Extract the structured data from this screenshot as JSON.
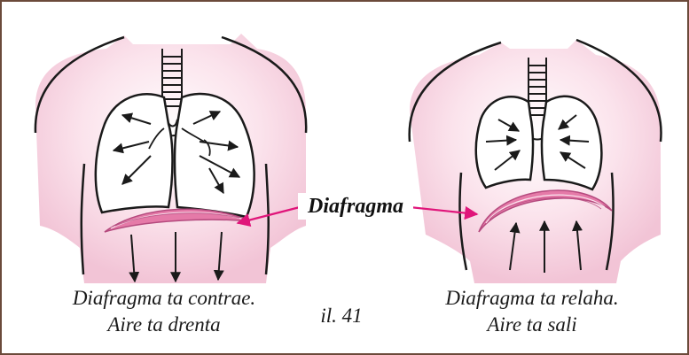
{
  "labels": {
    "diaphragm": "Diafragma",
    "figure": "il. 41"
  },
  "captions": {
    "left": {
      "line1": "Diafragma ta contrae.",
      "line2": "Aire ta drenta"
    },
    "right": {
      "line1": "Diafragma ta relaha.",
      "line2": "Aire ta sali"
    }
  },
  "colors": {
    "frame": "#6b4a3a",
    "body_pink": "#f2c4d6",
    "diaphragm": "#e57aa8",
    "pointer": "#e0157a",
    "outline": "#1a1a1a"
  },
  "icons": {
    "left_figure": "lungs-inhale-illustration",
    "right_figure": "lungs-exhale-illustration"
  }
}
